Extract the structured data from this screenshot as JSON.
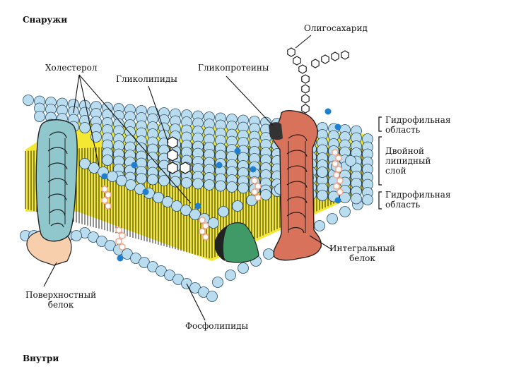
{
  "labels": {
    "outside": "Снаружи",
    "inside": "Внутри",
    "oligosaccharide": "Олигосахарид",
    "cholesterol": "Холестерол",
    "glycolipids": "Гликолипиды",
    "glycoproteins": "Гликопротеины",
    "hydrophilic_top": [
      "Гидрофильная",
      "область"
    ],
    "bilayer": [
      "Двойной",
      "липидный",
      "слой"
    ],
    "hydrophilic_bottom": [
      "Гидрофильная",
      "область"
    ],
    "surface_protein": [
      "Поверхностный",
      "белок"
    ],
    "integral_protein": [
      "Интегральный",
      "белок"
    ],
    "phospholipids": "Фосфолипиды"
  },
  "colors": {
    "head": "#b9dcef",
    "head_stroke": "#2b4d66",
    "tail_band": "#f4e832",
    "tail_line": "#222222",
    "surface_protein_teal": "#8fc7cc",
    "surface_protein_peach": "#f7cfac",
    "integral_protein": "#d9725a",
    "green_protein": "#3f9a67",
    "glycolipid_marker": "#1f7fcf",
    "cholesterol_ring": "#f0a58a"
  }
}
